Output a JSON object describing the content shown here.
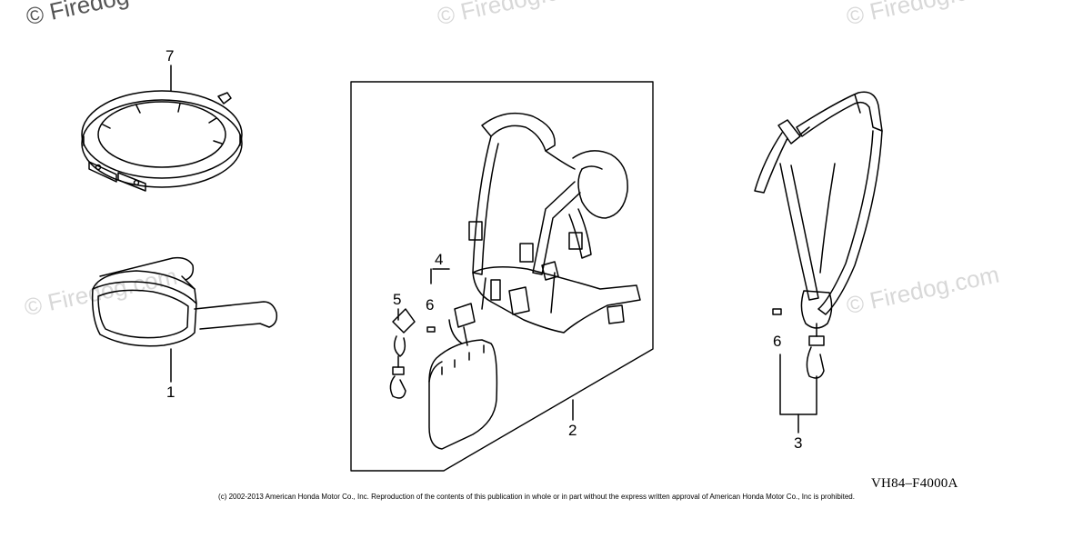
{
  "watermarks": [
    "© Firedog",
    "© Firedog.com",
    "© Firedog.com",
    "© Firedog.com",
    "© Firedog.com"
  ],
  "callouts": {
    "c1": "1",
    "c2": "2",
    "c3": "3",
    "c4": "4",
    "c5": "5",
    "c6a": "6",
    "c6b": "6",
    "c7": "7"
  },
  "diagram_code": "VH84–F4000A",
  "copyright": "(c) 2002-2013 American Honda Motor Co., Inc. Reproduction of the contents of this publication in whole or in part without the express written approval of American Honda Motor Co., Inc is prohibited."
}
